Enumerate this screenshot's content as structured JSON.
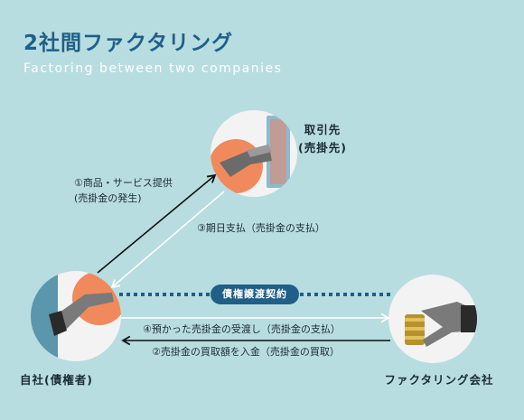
{
  "header": {
    "title": "2社間ファクタリング",
    "subtitle": "Factoring between two companies"
  },
  "nodes": {
    "client": "取引先\n(売掛先)",
    "self": "自社(債権者)",
    "factoring": "ファクタリング会社"
  },
  "flows": {
    "f1": "①商品・サービス提供\n(売掛金の発生)",
    "f3": "③期日支払（売掛金の支払）",
    "contract": "債権譲渡契約",
    "f4": "④預かった売掛金の受渡し（売掛金の支払）",
    "f2": "②売掛金の買取額を入金（売掛金の買取）"
  },
  "colors": {
    "background": "#b7dde0",
    "primary": "#1f5f88",
    "accent": "#f08a5d",
    "arrow_dark": "#111111",
    "arrow_light": "#ffffff"
  }
}
